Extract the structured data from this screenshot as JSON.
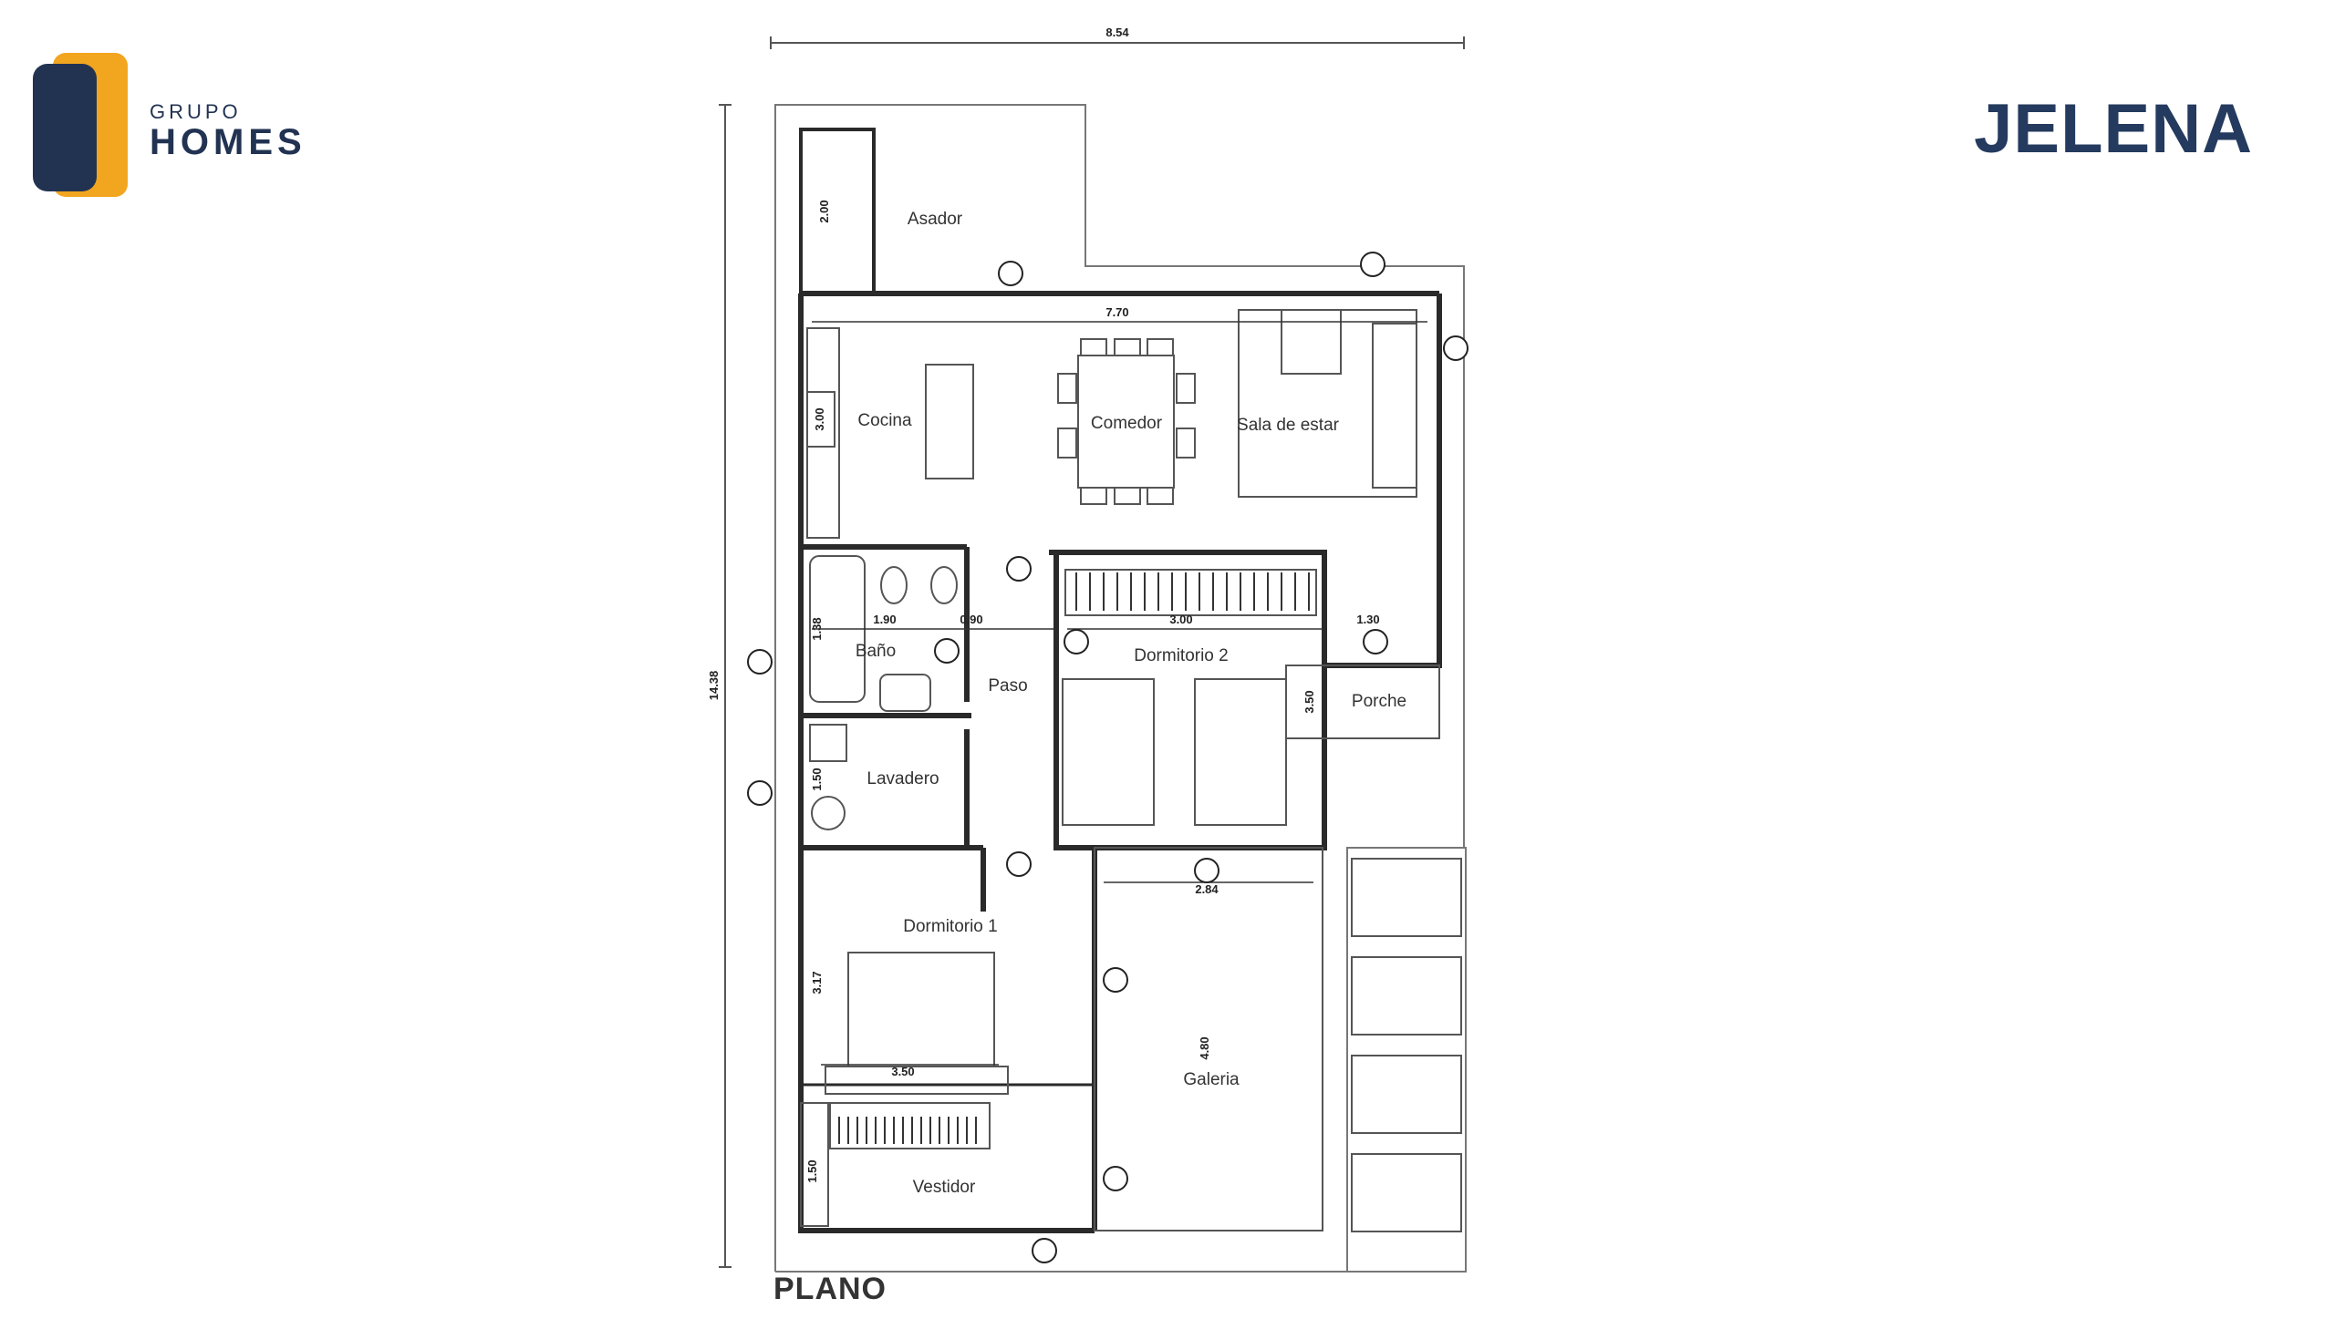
{
  "logo": {
    "top_text": "GRUPO",
    "bottom_text": "HOMES"
  },
  "brand": "JELENA",
  "plan": {
    "caption": "PLANO",
    "dimensions": {
      "total_width": "8.54",
      "total_length": "14.38",
      "living_width": "7.70",
      "bath_width": "1.90",
      "hall_width": "0.90",
      "bedroom2_width": "3.00",
      "bedroom2_depth": "3.50",
      "porch_width": "1.30",
      "bath_depth": "1.38",
      "laundry_depth": "1.50",
      "bedroom1_depth": "3.17",
      "bedroom1_width": "3.50",
      "gallery_width": "2.84",
      "gallery_depth": "4.80",
      "asador_depth": "2.00",
      "kitchen_counter": "3.00",
      "closet_depth": "1.50"
    },
    "rooms": {
      "asador": "Asador",
      "cocina": "Cocina",
      "comedor": "Comedor",
      "sala": "Sala de estar",
      "bano": "Baño",
      "paso": "Paso",
      "dormitorio2": "Dormitorio 2",
      "porche": "Porche",
      "lavadero": "Lavadero",
      "dormitorio1": "Dormitorio 1",
      "galeria": "Galeria",
      "vestidor": "Vestidor"
    }
  },
  "colors": {
    "navy": "#223352",
    "accent": "#f2a51f",
    "wall": "#2a2a2a",
    "line": "#555555"
  }
}
